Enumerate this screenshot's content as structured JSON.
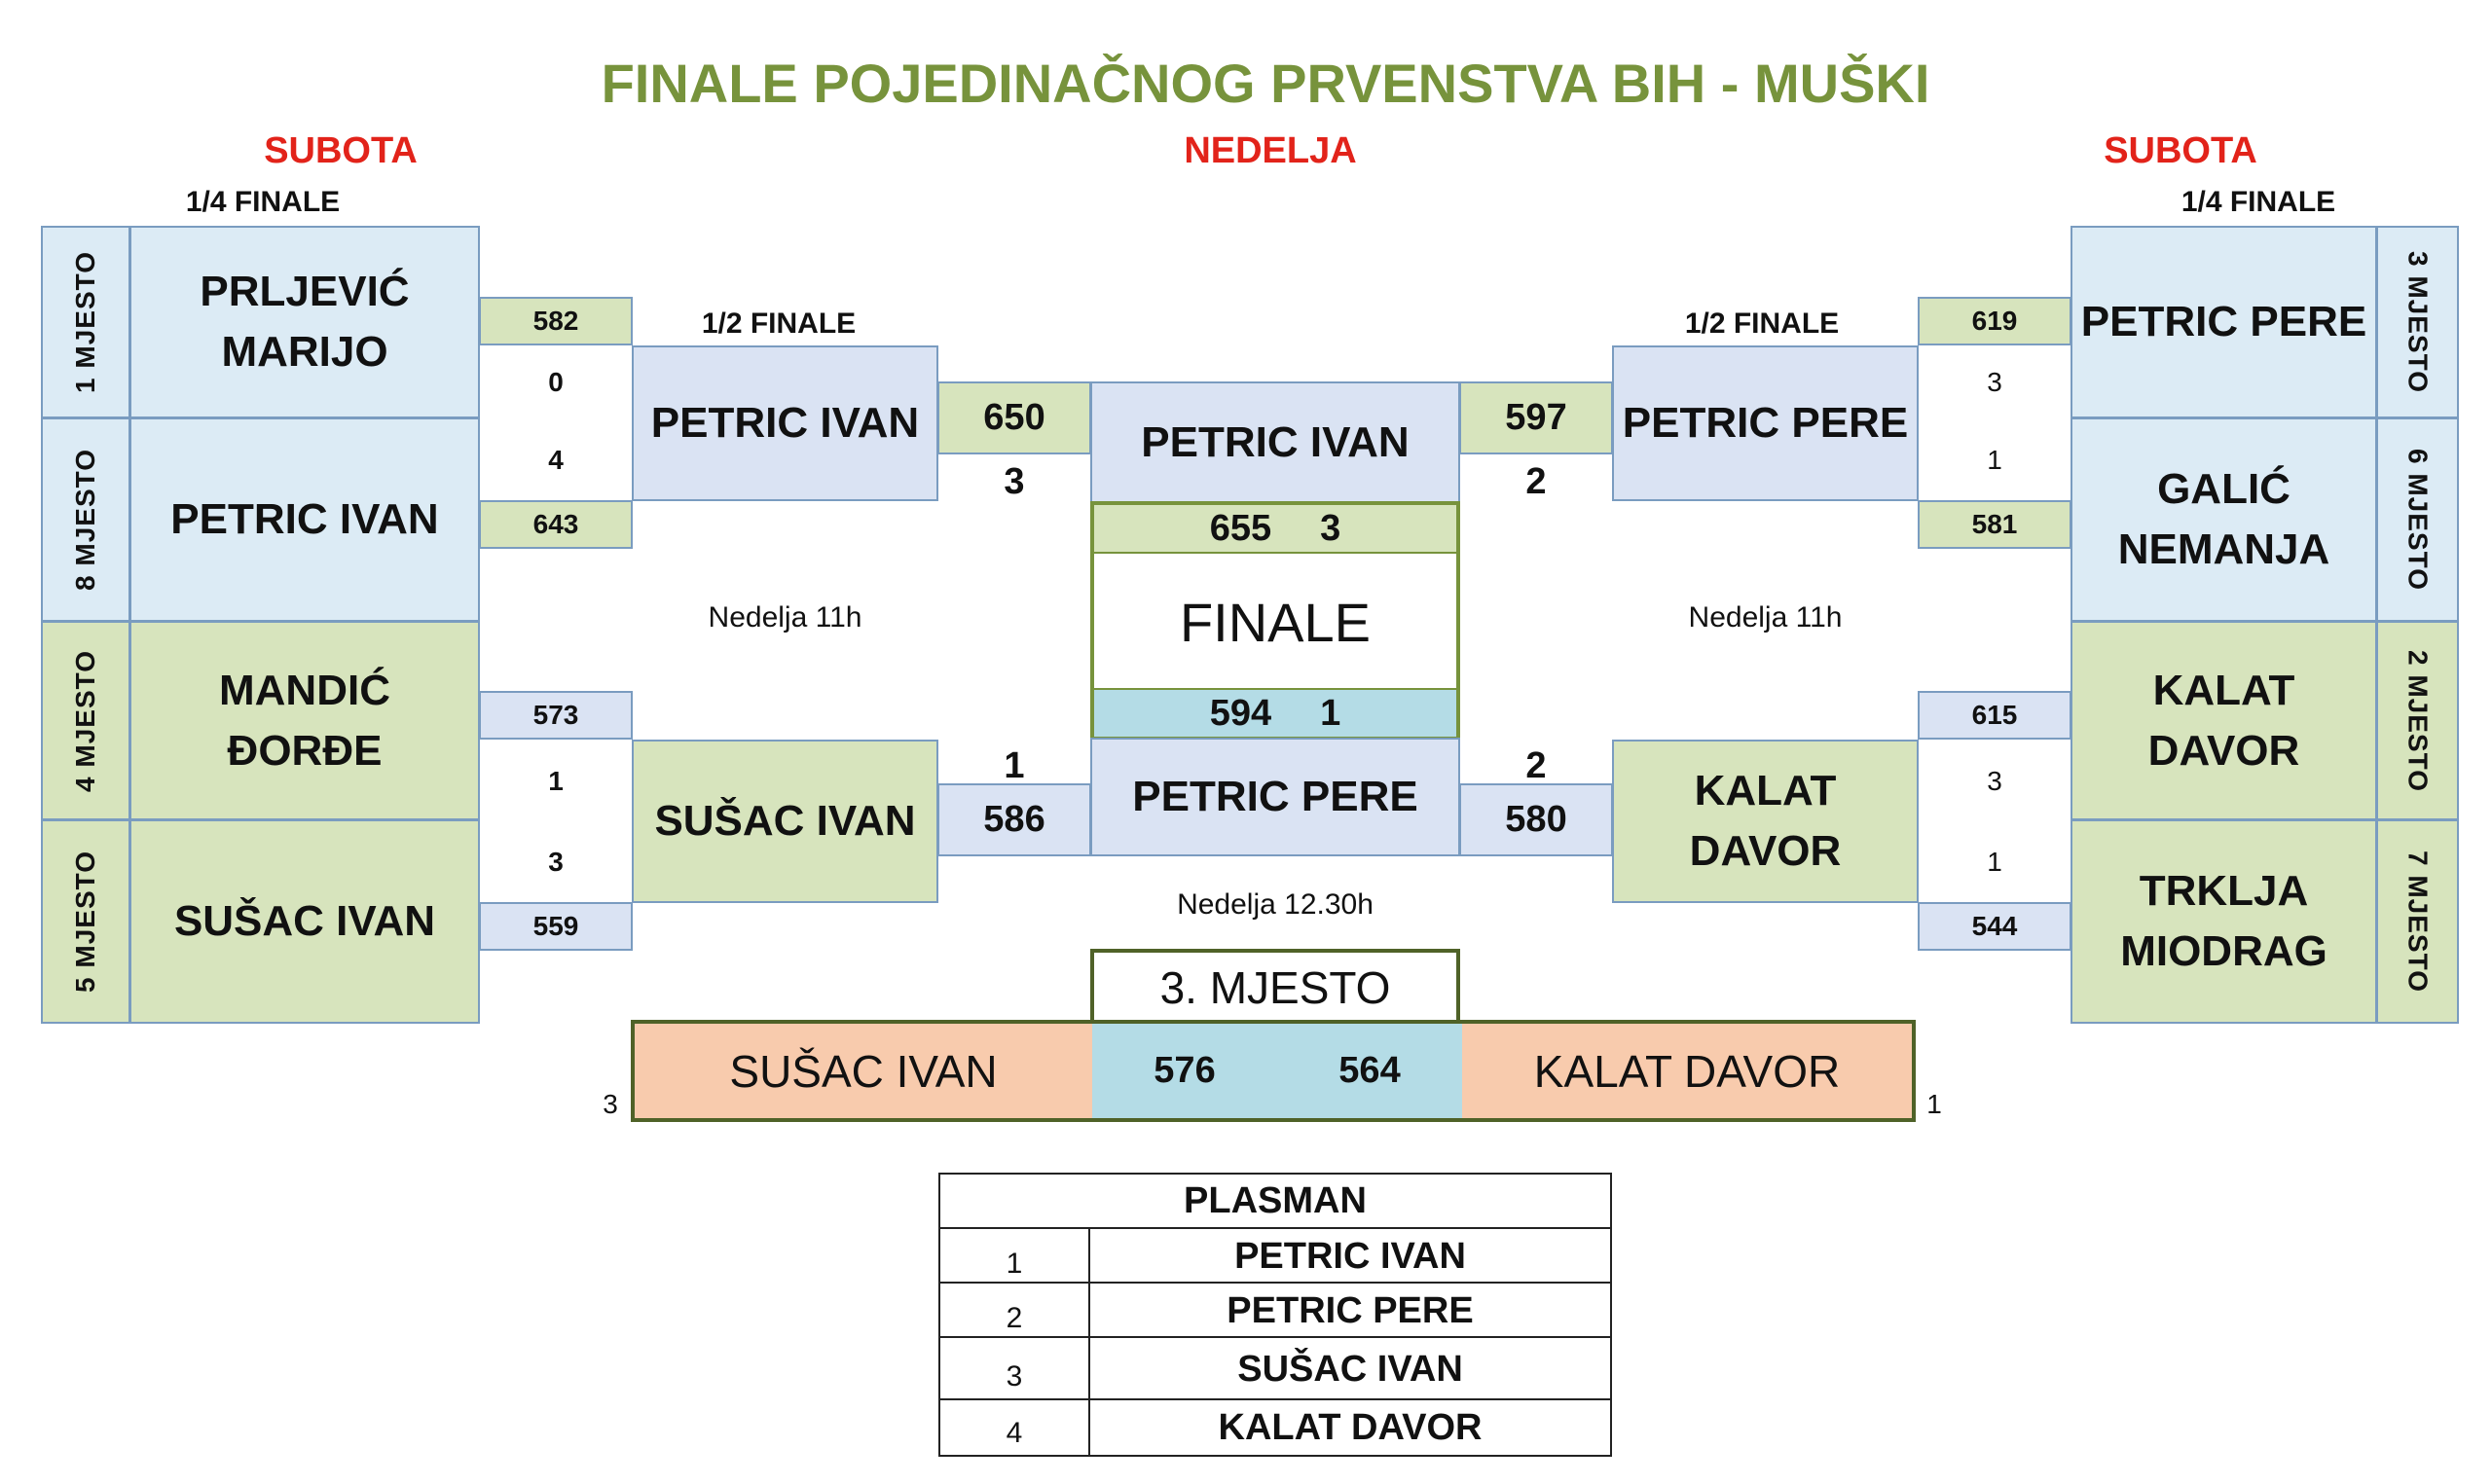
{
  "title": "FINALE POJEDINAČNOG PRVENSTVA BIH - MUŠKI",
  "days": {
    "left": "SUBOTA",
    "center": "NEDELJA",
    "right": "SUBOTA"
  },
  "rounds": {
    "quarter": "1/4 FINALE",
    "semi": "1/2 FINALE"
  },
  "left_quarter": [
    {
      "seed": "1 MJESTO",
      "name": "PRLJEVIĆ MARIJO"
    },
    {
      "seed": "8 MJESTO",
      "name": "PETRIC IVAN"
    },
    {
      "seed": "4 MJESTO",
      "name": "MANDIĆ ĐORĐE"
    },
    {
      "seed": "5 MJESTO",
      "name": "SUŠAC IVAN"
    }
  ],
  "right_quarter": [
    {
      "seed": "3 MJESTO",
      "name": "PETRIC PERE"
    },
    {
      "seed": "6 MJESTO",
      "name": "GALIĆ NEMANJA"
    },
    {
      "seed": "2 MJESTO",
      "name": "KALAT DAVOR"
    },
    {
      "seed": "7 MJESTO",
      "name": "TRKLJA MIODRAG"
    }
  ],
  "left_qf_scores": {
    "top": {
      "score_a": "582",
      "sets_a": "0",
      "sets_b": "4",
      "score_b": "643"
    },
    "bottom": {
      "score_a": "573",
      "sets_a": "1",
      "sets_b": "3",
      "score_b": "559"
    }
  },
  "right_qf_scores": {
    "top": {
      "score_a": "619",
      "sets_a": "3",
      "sets_b": "1",
      "score_b": "581"
    },
    "bottom": {
      "score_a": "615",
      "sets_a": "3",
      "sets_b": "1",
      "score_b": "544"
    }
  },
  "semis": {
    "left_top": {
      "name": "PETRIC IVAN",
      "score": "650",
      "sets": "3"
    },
    "left_bottom": {
      "name": "SUŠAC IVAN",
      "score": "586",
      "sets": "1"
    },
    "right_top": {
      "name": "PETRIC PERE",
      "score": "597",
      "sets": "2"
    },
    "right_bottom": {
      "name": "KALAT DAVOR",
      "score": "580",
      "sets": "2"
    },
    "time": "Nedelja 11h"
  },
  "final": {
    "top_name": "PETRIC IVAN",
    "top_score": "655",
    "top_sets": "3",
    "label": "FINALE",
    "bottom_score": "594",
    "bottom_sets": "1",
    "bottom_name": "PETRIC PERE",
    "time": "Nedelja 12.30h"
  },
  "third_place": {
    "label": "3. MJESTO",
    "left_name": "SUŠAC IVAN",
    "left_score": "576",
    "right_score": "564",
    "right_name": "KALAT DAVOR",
    "left_sets": "3",
    "right_sets": "1"
  },
  "plasman": {
    "header": "PLASMAN",
    "rows": [
      {
        "rank": "1",
        "name": "PETRIC IVAN"
      },
      {
        "rank": "2",
        "name": "PETRIC PERE"
      },
      {
        "rank": "3",
        "name": "SUŠAC IVAN"
      },
      {
        "rank": "4",
        "name": "KALAT DAVOR"
      }
    ]
  },
  "colors": {
    "title": "#77933c",
    "day": "#e2231a",
    "blue_fill": "#dae3f3",
    "green_fill": "#d7e4bd",
    "cyan_fill": "#b4dce6",
    "peach_fill": "#f8cbad"
  }
}
